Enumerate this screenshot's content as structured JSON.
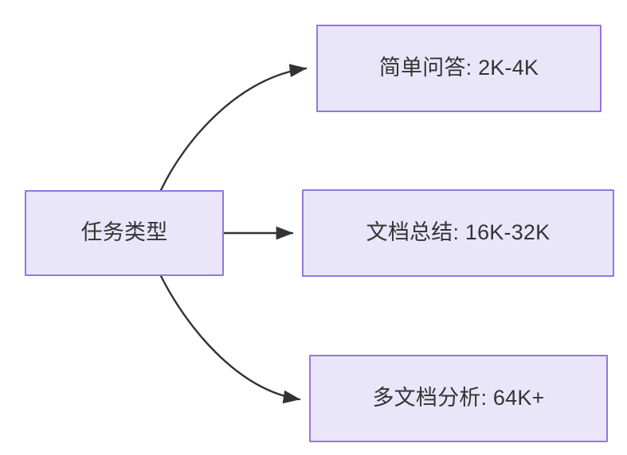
{
  "diagram": {
    "type": "flowchart",
    "direction": "left-to-right",
    "background_color": "#ffffff",
    "node_fill_color": "#e9e6fa",
    "node_border_color": "#9575e0",
    "node_text_color": "#333333",
    "edge_color": "#333333",
    "nodes": [
      {
        "id": "root",
        "label": "任务类型"
      },
      {
        "id": "simple_qa",
        "label": "简单问答: 2K-4K"
      },
      {
        "id": "doc_summary",
        "label": "文档总结: 16K-32K"
      },
      {
        "id": "multi_doc",
        "label": "多文档分析: 64K+"
      }
    ],
    "edges": [
      {
        "from": "root",
        "to": "simple_qa",
        "style": "curved",
        "arrow": "arrowhead-right"
      },
      {
        "from": "root",
        "to": "doc_summary",
        "style": "straight",
        "arrow": "arrowhead-right"
      },
      {
        "from": "root",
        "to": "multi_doc",
        "style": "curved",
        "arrow": "arrowhead-right"
      }
    ]
  }
}
